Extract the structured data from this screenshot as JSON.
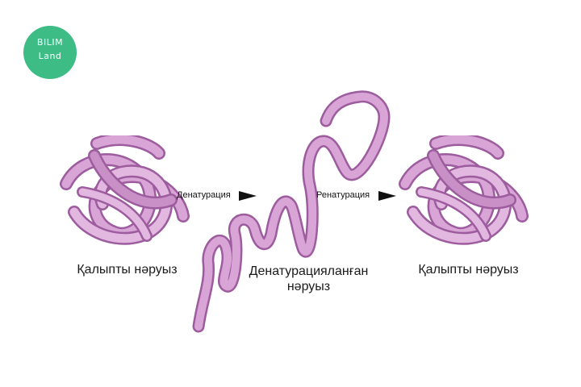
{
  "logo": {
    "line1": "BILIM",
    "line2": "Land",
    "color": "#3dbc86"
  },
  "steps": {
    "denaturation_label": "Денатурация",
    "renaturation_label": "Ренатурация"
  },
  "captions": {
    "native_left": "Қалыпты нәруыз",
    "denatured_line1": "Денатурацияланған",
    "denatured_line2": "нәруыз",
    "native_right": "Қалыпты нәруыз"
  },
  "colors": {
    "ribbon": "#c27ec0",
    "ribbon_dark": "#9c5c9e",
    "ribbon_light": "#e2b7e0",
    "arrow": "#111111"
  },
  "icons": {
    "arrow": "arrow-right-icon"
  }
}
